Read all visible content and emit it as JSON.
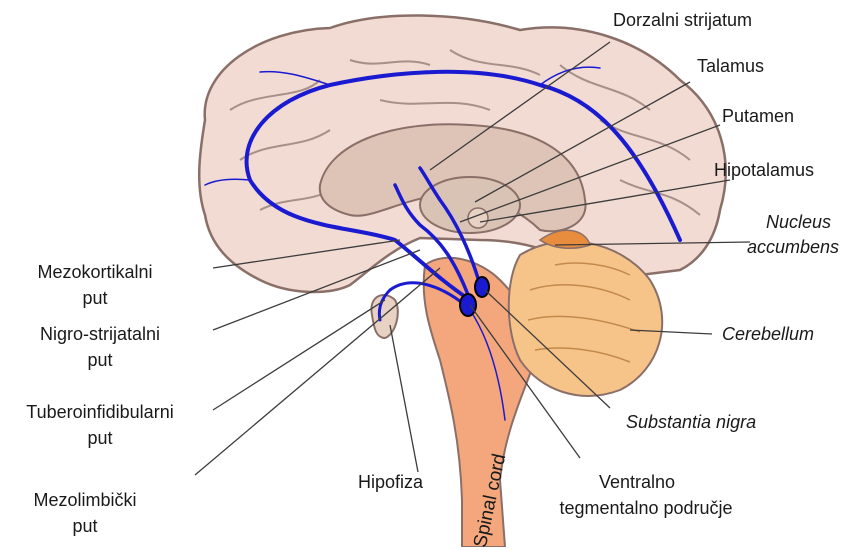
{
  "colors": {
    "cortex": "#f2dbd3",
    "cortex_outline": "#8a6f68",
    "inner": "#ddc4b6",
    "thalamus": "#d9c3b4",
    "brainstem": "#f4a77c",
    "cerebellum": "#f6c389",
    "cerebellum_dark": "#e88d3e",
    "pathway": "#1a1ad1",
    "leader_line": "#3c3c3c"
  },
  "labels": {
    "dorzalni_strijatum": "Dorzalni strijatum",
    "talamus": "Talamus",
    "putamen": "Putamen",
    "hipotalamus": "Hipotalamus",
    "nucleus": "Nucleus",
    "accumbens": "accumbens",
    "cerebellum": "Cerebellum",
    "substantia_nigra": "Substantia nigra",
    "ventralno_line1": "Ventralno",
    "ventralno_line2": "tegmentalno područje",
    "hipofiza": "Hipofiza",
    "spinal_cord": "Spinal cord",
    "mezokortikalni_line1": "Mezokortikalni",
    "mezokortikalni_line2": "put",
    "nigro_line1": "Nigro-strijatalni",
    "nigro_line2": "put",
    "tubero_line1": "Tuberoinfidibularni",
    "tubero_line2": "put",
    "mezolimbicki_line1": "Mezolimbički",
    "mezolimbicki_line2": "put"
  }
}
